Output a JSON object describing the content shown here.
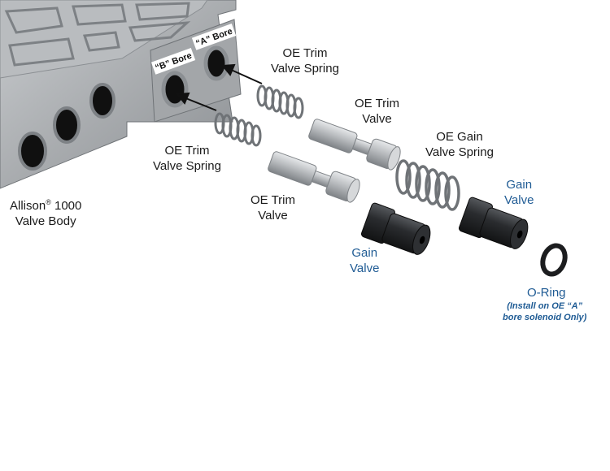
{
  "labels": {
    "bore_b": "“B” Bore",
    "bore_a": "“A” Bore",
    "valve_body": {
      "line1_brand": "Allison",
      "line1_mark": "®",
      "line1_rest": " 1000",
      "line2": "Valve Body"
    },
    "oe_trim_spring_a": {
      "line1": "OE Trim",
      "line2": "Valve Spring"
    },
    "oe_trim_valve_a": {
      "line1": "OE Trim",
      "line2": "Valve"
    },
    "oe_gain_spring": {
      "line1": "OE Gain",
      "line2": "Valve Spring"
    },
    "gain_valve_a": {
      "line1": "Gain",
      "line2": "Valve"
    },
    "oe_trim_spring_b": {
      "line1": "OE Trim",
      "line2": "Valve Spring"
    },
    "oe_trim_valve_b": {
      "line1": "OE Trim",
      "line2": "Valve"
    },
    "gain_valve_b": {
      "line1": "Gain",
      "line2": "Valve"
    },
    "o_ring": {
      "title": "O-Ring",
      "note_line1": "(Install on OE “A”",
      "note_line2": "bore solenoid Only)"
    }
  },
  "colors": {
    "label_text": "#1a1a1a",
    "part_label_blue": "#1f5b94",
    "casting": "#a9acaf",
    "casting_shadow": "#7d8185",
    "bore_dark": "#101010",
    "spring_metal": "#6f7377",
    "valve_metal": "#c4c7ca",
    "gain_valve": "#2a2c2f",
    "background": "#ffffff"
  }
}
